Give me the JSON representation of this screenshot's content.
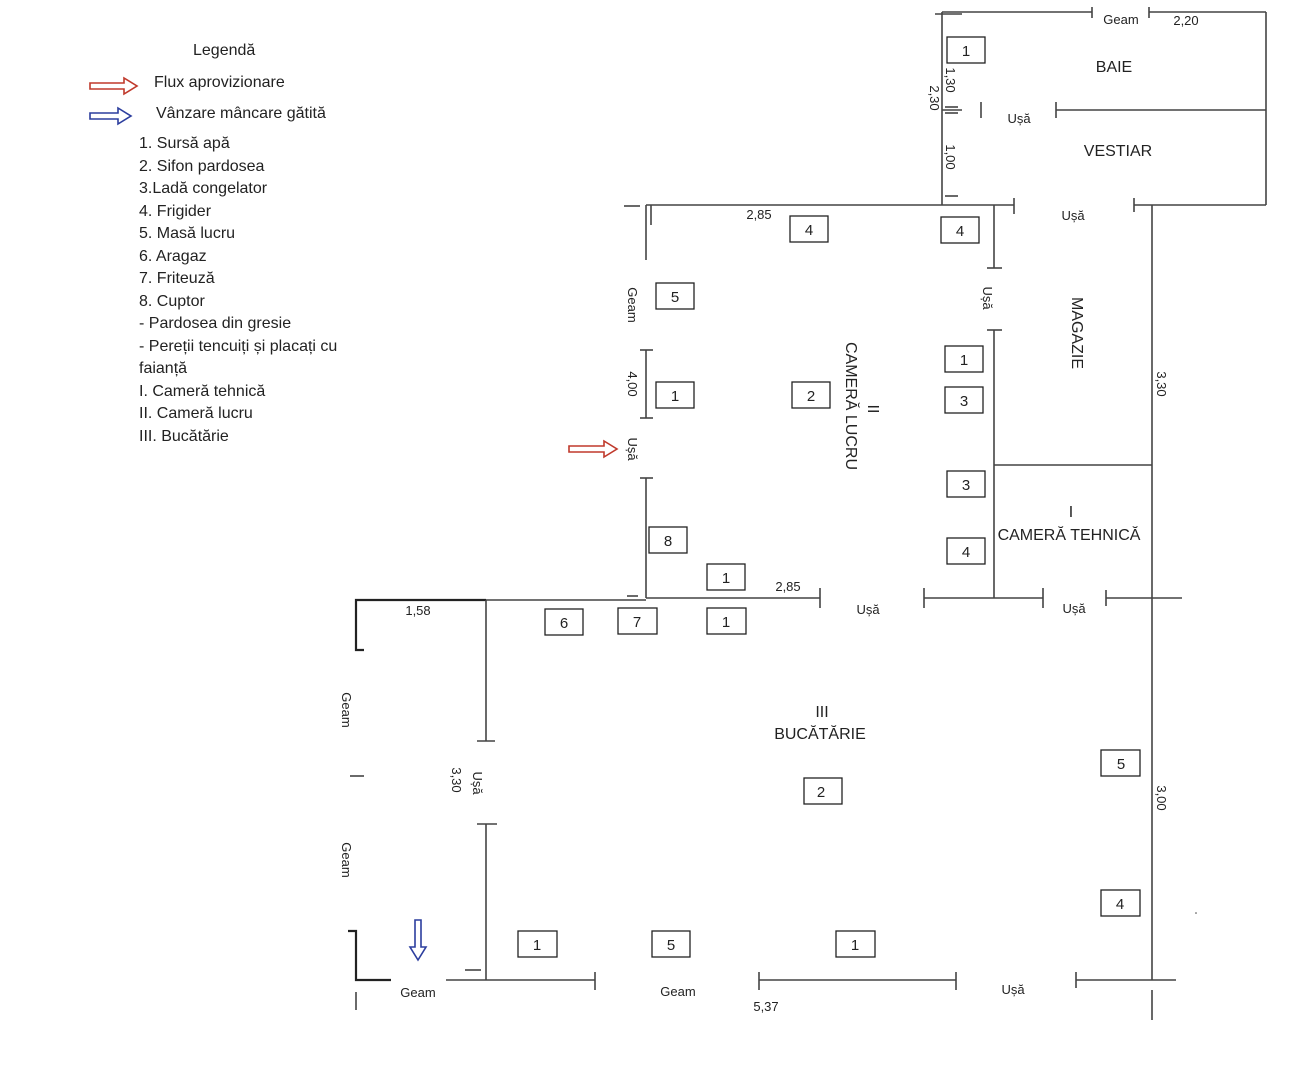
{
  "legend": {
    "title": "Legendă",
    "flux_red": "Flux aprovizionare",
    "flux_blue": "Vânzare mâncare gătită",
    "items": [
      "1. Sursă apă",
      "2. Sifon pardosea",
      "3.Ladă congelator",
      "4. Frigider",
      "5. Masă lucru",
      "6. Aragaz",
      "7. Friteuză",
      "8. Cuptor",
      "- Pardosea din gresie",
      "- Pereții tencuiți și placați cu faianță",
      "I. Cameră tehnică",
      "II. Cameră lucru",
      "III. Bucătărie"
    ],
    "colors": {
      "red_arrow": "#c0392b",
      "blue_arrow": "#2c3e9e"
    }
  },
  "rooms": {
    "baie": "BAIE",
    "vestiar": "VESTIAR",
    "magazie": "MAGAZIE",
    "camera_lucru_num": "II",
    "camera_lucru": "CAMERĂ LUCRU",
    "camera_tehnica_num": "I",
    "camera_tehnica": "CAMERĂ TEHNICĂ",
    "bucatarie_num": "III",
    "bucatarie": "BUCĂTĂRIE"
  },
  "labels": {
    "geam": "Geam",
    "usa": "Ușă",
    "d_2_20": "2,20",
    "d_1_30": "1,30",
    "d_2_30": "2,30",
    "d_1_00": "1,00",
    "d_2_85": "2,85",
    "d_4_00": "4,00",
    "d_3_30": "3,30",
    "d_1_58": "1,58",
    "d_3_00": "3,00",
    "d_5_37": "5,37"
  },
  "equipment": {
    "baie_1": "1",
    "lucru_4a": "4",
    "lucru_4b": "4",
    "lucru_5": "5",
    "lucru_1a": "1",
    "lucru_2": "2",
    "lucru_1b": "1",
    "lucru_3a": "3",
    "lucru_3b": "3",
    "lucru_4c": "4",
    "lucru_8": "8",
    "lucru_1c": "1",
    "buc_6": "6",
    "buc_7": "7",
    "buc_1a": "1",
    "buc_2": "2",
    "buc_5a": "5",
    "buc_4": "4",
    "buc_1b": "1",
    "buc_5b": "5",
    "buc_1c": "1"
  }
}
